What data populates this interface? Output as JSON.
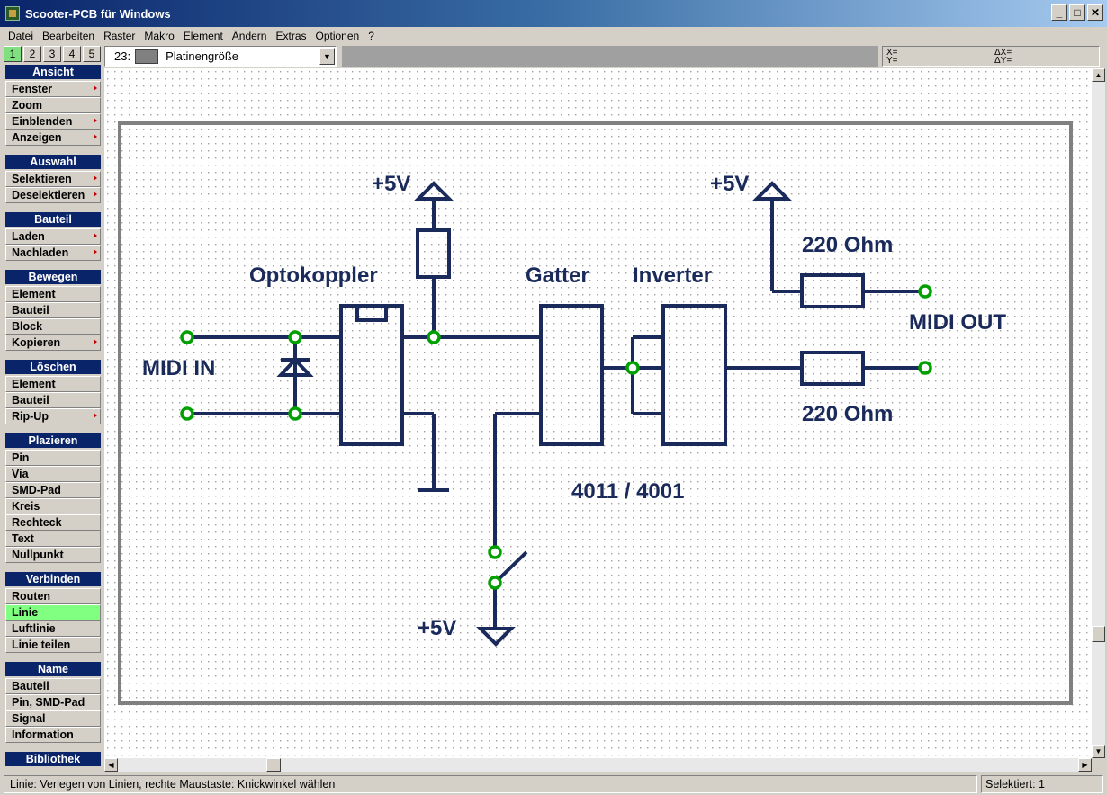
{
  "window": {
    "title": "Scooter-PCB für Windows",
    "minimize": "_",
    "maximize": "□",
    "close": "✕"
  },
  "menu": [
    "Datei",
    "Bearbeiten",
    "Raster",
    "Makro",
    "Element",
    "Ändern",
    "Extras",
    "Optionen",
    "?"
  ],
  "toolbar": {
    "tabs": [
      "1",
      "2",
      "3",
      "4",
      "5"
    ],
    "active_tab": "1",
    "layer_number": "23:",
    "layer_name": "Platinengröße",
    "coord_x": "X=",
    "coord_y": "Y=",
    "coord_dx": "ΔX=",
    "coord_dy": "ΔY="
  },
  "sidebar": [
    {
      "title": "Ansicht",
      "items": [
        {
          "label": "Fenster",
          "submenu": true
        },
        {
          "label": "Zoom",
          "submenu": false
        },
        {
          "label": "Einblenden",
          "submenu": true
        },
        {
          "label": "Anzeigen",
          "submenu": true
        }
      ]
    },
    {
      "title": "Auswahl",
      "items": [
        {
          "label": "Selektieren",
          "submenu": true
        },
        {
          "label": "Deselektieren",
          "submenu": true
        }
      ]
    },
    {
      "title": "Bauteil",
      "items": [
        {
          "label": "Laden",
          "submenu": true
        },
        {
          "label": "Nachladen",
          "submenu": true
        }
      ]
    },
    {
      "title": "Bewegen",
      "items": [
        {
          "label": "Element",
          "submenu": false
        },
        {
          "label": "Bauteil",
          "submenu": false
        },
        {
          "label": "Block",
          "submenu": false
        },
        {
          "label": "Kopieren",
          "submenu": true
        }
      ]
    },
    {
      "title": "Löschen",
      "items": [
        {
          "label": "Element",
          "submenu": false
        },
        {
          "label": "Bauteil",
          "submenu": false
        },
        {
          "label": "Rip-Up",
          "submenu": true
        }
      ]
    },
    {
      "title": "Plazieren",
      "items": [
        {
          "label": "Pin",
          "submenu": false
        },
        {
          "label": "Via",
          "submenu": false
        },
        {
          "label": "SMD-Pad",
          "submenu": false
        },
        {
          "label": "Kreis",
          "submenu": false
        },
        {
          "label": "Rechteck",
          "submenu": false
        },
        {
          "label": "Text",
          "submenu": false
        },
        {
          "label": "Nullpunkt",
          "submenu": false
        }
      ]
    },
    {
      "title": "Verbinden",
      "items": [
        {
          "label": "Routen",
          "submenu": false
        },
        {
          "label": "Linie",
          "submenu": false,
          "active": true
        },
        {
          "label": "Luftlinie",
          "submenu": false
        },
        {
          "label": "Linie teilen",
          "submenu": false
        }
      ]
    },
    {
      "title": "Name",
      "items": [
        {
          "label": "Bauteil",
          "submenu": false
        },
        {
          "label": "Pin, SMD-Pad",
          "submenu": false
        },
        {
          "label": "Signal",
          "submenu": false
        },
        {
          "label": "Information",
          "submenu": false
        }
      ]
    },
    {
      "title": "Bibliothek",
      "items": []
    }
  ],
  "schematic": {
    "labels": {
      "plus5v_top_left": "+5V",
      "plus5v_top_right": "+5V",
      "plus5v_bottom": "+5V",
      "optokoppler": "Optokoppler",
      "gatter": "Gatter",
      "inverter": "Inverter",
      "midi_in": "MIDI IN",
      "midi_out": "MIDI OUT",
      "r_top": "220 Ohm",
      "r_bottom": "220 Ohm",
      "ic_type": "4011 / 4001"
    },
    "trace_color": "#1a2a5a",
    "via_color": "#00a000",
    "board_outline_color": "#808080"
  },
  "status": {
    "left": "Linie: Verlegen von Linien,   rechte Maustaste: Knickwinkel wählen",
    "right": "Selektiert: 1"
  },
  "colors": {
    "titlebar": "#0a246a",
    "sidebar_head": "#0a246a",
    "active_item": "#80ff80",
    "active_tab": "#80e080"
  }
}
